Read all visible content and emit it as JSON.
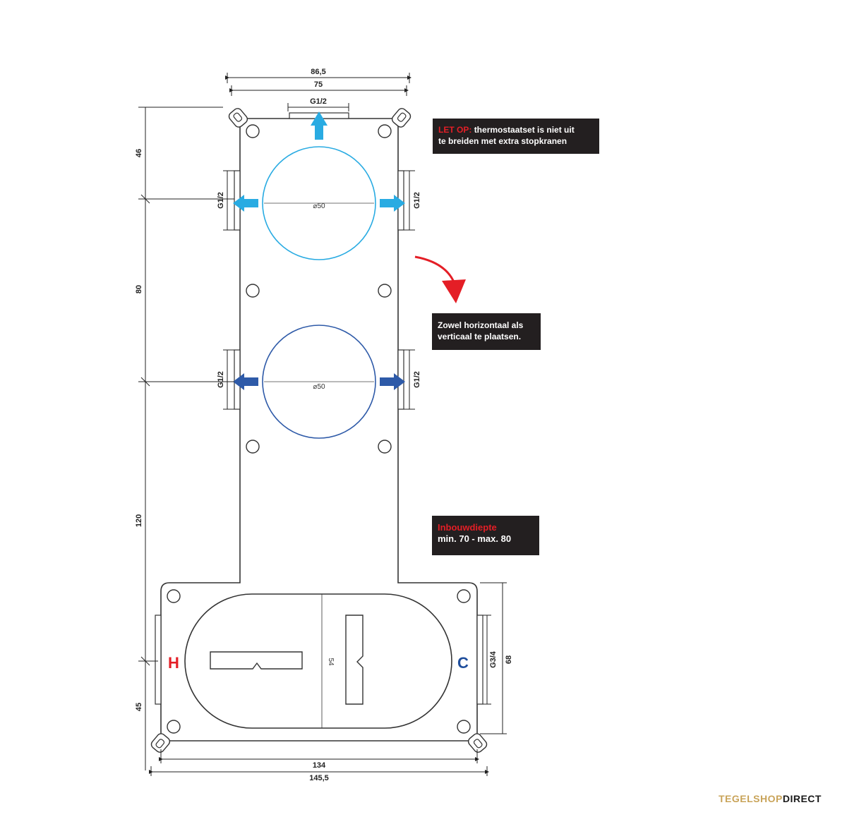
{
  "dimensions": {
    "width_outer_top": "86,5",
    "width_inner_top": "75",
    "top_outlet": "G1/2",
    "side_outlet": "G1/2",
    "circle_diameter": "⌀50",
    "vertical_46": "46",
    "vertical_80": "80",
    "vertical_120": "120",
    "vertical_45": "45",
    "height_54": "54",
    "height_68": "68",
    "inlet_thread": "G3/4",
    "width_134": "134",
    "width_145": "145,5"
  },
  "labels": {
    "hot": "H",
    "cold": "C"
  },
  "notes": {
    "warning_prefix": "LET OP:",
    "warning_line1": "thermostaatset is niet uit",
    "warning_line2": "te breiden met extra stopkranen",
    "orientation_line1": "Zowel horizontaal als",
    "orientation_line2": "verticaal te plaatsen.",
    "depth_title": "Inbouwdiepte",
    "depth_value": "min. 70 - max. 80"
  },
  "brand": {
    "part1": "TEGELSHOP",
    "part2": "DIRECT"
  },
  "colors": {
    "light_blue": "#29abe2",
    "dark_blue": "#2e5aa8",
    "hot_red": "#e41e26",
    "cold_blue": "#1f4e9c",
    "red_arrow": "#e41e26",
    "gold": "#c9a45a"
  }
}
